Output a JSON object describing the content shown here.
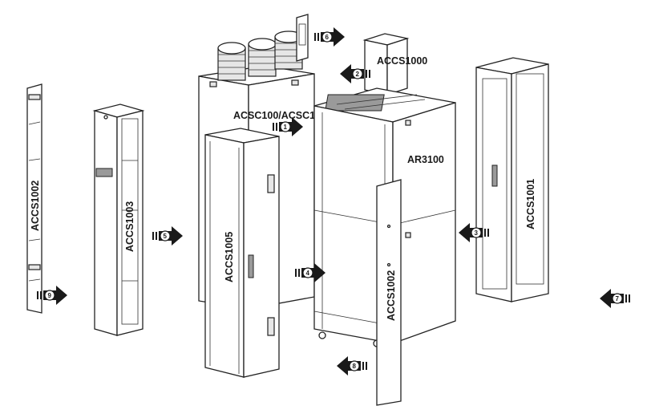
{
  "labels": {
    "acsc": "ACSC100/ACSC101",
    "accs1000": "ACCS1000",
    "ar3100": "AR3100",
    "accs1001": "ACCS1001",
    "accs1002_left": "ACCS1002",
    "accs1003": "ACCS1003",
    "accs1005": "ACCS1005",
    "accs1002_front": "ACCS1002"
  },
  "steps": {
    "s1": "1",
    "s2": "2",
    "s3": "3",
    "s4": "4",
    "s5": "5",
    "s6": "6",
    "s7": "7",
    "s8": "8",
    "s9": "9"
  }
}
